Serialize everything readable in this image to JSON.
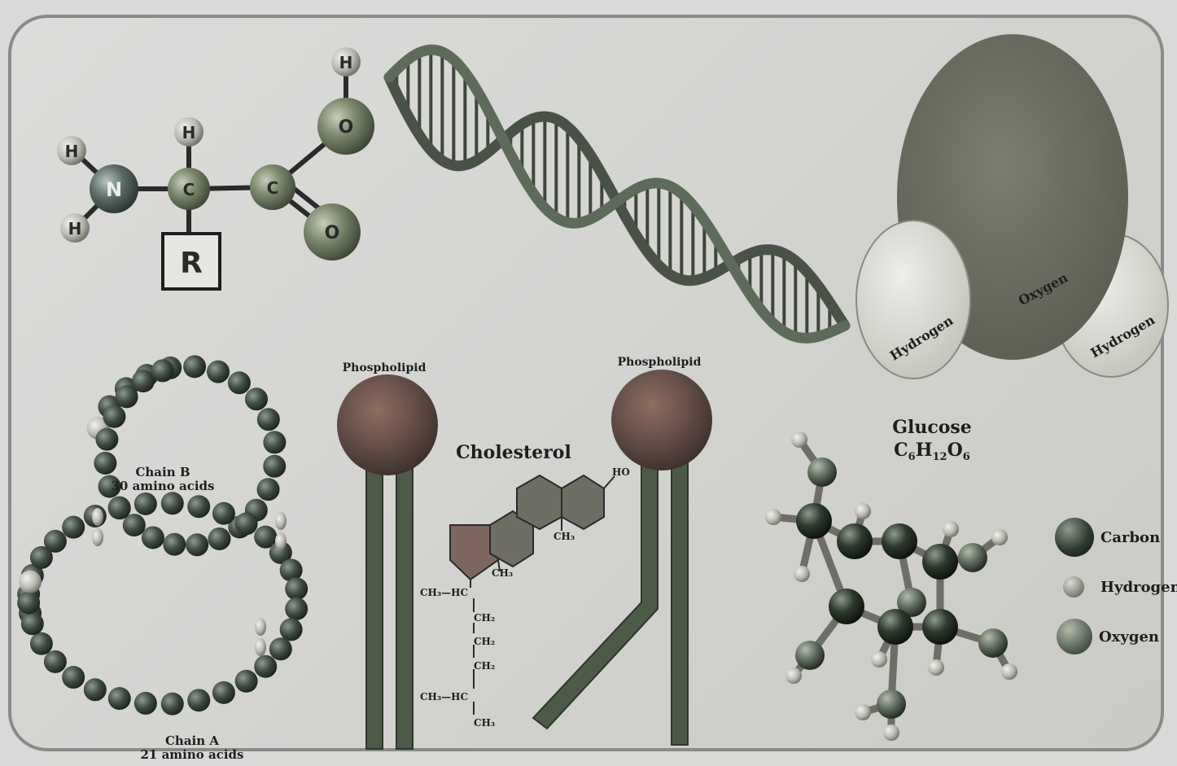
{
  "amino_acid": {
    "atoms": {
      "n": "N",
      "c": "C",
      "o": "O",
      "h": "H"
    },
    "r_group": "R"
  },
  "insulin": {
    "chain_b_name": "Chain B",
    "chain_b_count": "30 amino acids",
    "chain_a_name": "Chain A",
    "chain_a_count": "21 amino acids"
  },
  "membrane": {
    "left_head_label": "Phospholipid",
    "right_head_label": "Phospholipid"
  },
  "cholesterol": {
    "title": "Cholesterol",
    "groups": {
      "ho": "HO",
      "ch3": "CH₃",
      "ch2": "CH₂",
      "ch3_hc": "CH₃—HC"
    }
  },
  "glucose": {
    "title": "Glucose",
    "formula_parts": {
      "c": "C",
      "c_sub": "6",
      "h": "H",
      "h_sub": "12",
      "o": "O",
      "o_sub": "6"
    },
    "sphere_labels": {
      "oxygen": "Oxygen",
      "hydrogen_left": "Hydrogen",
      "hydrogen_right": "Hydrogen"
    }
  },
  "legend": [
    {
      "label": "Carbon",
      "icon": "carbon-sphere",
      "color": "#2e3a2e"
    },
    {
      "label": "Hydrogen",
      "icon": "hydrogen-sphere",
      "color": "#8a8a80"
    },
    {
      "label": "Oxygen",
      "icon": "oxygen-sphere",
      "color": "#5e6a5e"
    }
  ],
  "colors": {
    "atom": "#7d8a6e",
    "atom_n": "#5a6a66",
    "dna_strand": "#4a5248",
    "phospholipid_head": "#6e4e48",
    "oxygen_sphere": "#6e6e62",
    "hydrogen_sphere": "#d8d8d0"
  }
}
